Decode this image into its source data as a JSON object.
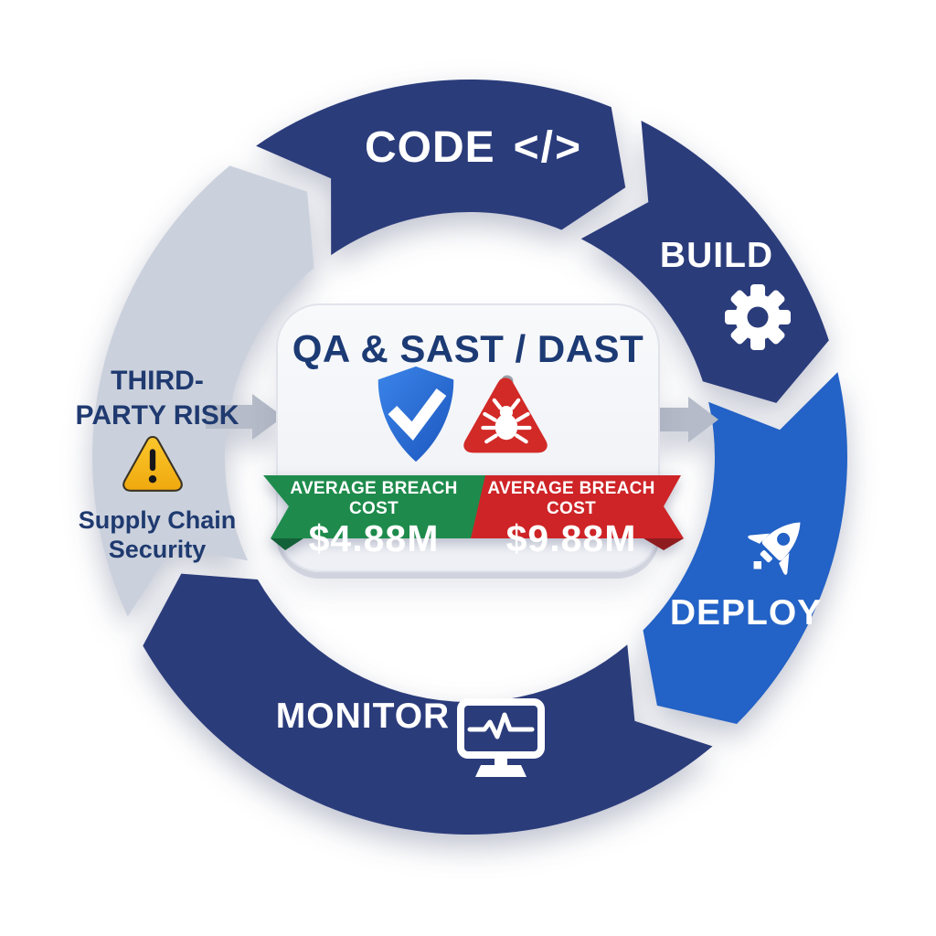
{
  "colors": {
    "navy": "#2B3C7B",
    "bright_blue": "#2362C6",
    "gray_segment": "#CBD1DC",
    "arrow_gray": "#B5BBC8",
    "green": "#1E8B4C",
    "red": "#CE2427",
    "yellow": "#F6B71B",
    "text_navy": "#1F3A70",
    "panel_title_navy": "#1C3A74"
  },
  "ring": {
    "segments": [
      {
        "key": "code",
        "label": "CODE",
        "glyph": "</>",
        "color": "#2B3C7B"
      },
      {
        "key": "build",
        "label": "BUILD",
        "icon": "gear-icon",
        "color": "#2B3C7B"
      },
      {
        "key": "deploy",
        "label": "DEPLOY",
        "icon": "rocket-icon",
        "color": "#2362C6"
      },
      {
        "key": "monitor",
        "label": "MONITOR",
        "icon": "monitor-pulse-icon",
        "color": "#2B3C7B"
      },
      {
        "key": "third-party-risk",
        "label_line1": "THIRD-",
        "label_line2": "PARTY RISK",
        "icon": "warning-triangle-icon",
        "sub_label_line1": "Supply Chain",
        "sub_label_line2": "Security",
        "color": "#CBD1DC"
      }
    ]
  },
  "center_panel": {
    "title": "QA & SAST / DAST",
    "icons": [
      "shield-check-icon",
      "bug-alert-icon"
    ],
    "ribbons": [
      {
        "heading": "AVERAGE BREACH COST",
        "value": "$4.88M",
        "color": "#1E8B4C"
      },
      {
        "heading": "AVERAGE BREACH COST",
        "value": "$9.88M",
        "color": "#CE2427"
      }
    ]
  }
}
